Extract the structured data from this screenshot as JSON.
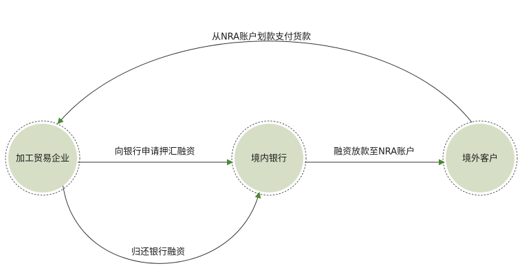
{
  "colors": {
    "node_fill": "#d6dfc5",
    "node_ring": "#555555",
    "edge": "#333333",
    "arrowhead": "#4a8a32",
    "text": "#1a1a1a"
  },
  "nodes": {
    "enterprise": "加工贸易企业",
    "bank": "境内银行",
    "customer": "境外客户"
  },
  "edges": {
    "apply_financing": "向银行申请押汇融资",
    "loan_to_nra": "融资放款至NRA账户",
    "nra_payment": "从NRA账户划款支付货款",
    "repay_financing": "归还银行融资"
  }
}
